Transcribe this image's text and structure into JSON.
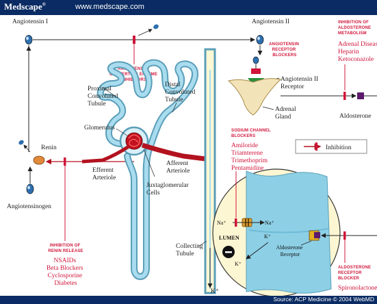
{
  "header": {
    "logo": "Medscape",
    "logo_mark": "®",
    "url": "www.medscape.com"
  },
  "footer": {
    "source": "Source: ACP Medicine © 2004 WebMD"
  },
  "labels": {
    "angiotensin_i": "Angiotensin I",
    "angiotensin_ii": "Angiotensin II",
    "ace_inhibitors": [
      "ANGIOTENSIN-",
      "CONVERTING ENZYME",
      "INHIBITORS"
    ],
    "arb": [
      "ANGIOTENSIN",
      "RECEPTOR",
      "BLOCKERS"
    ],
    "aldo_metab_head": [
      "INHIBITION OF",
      "ALDOSTERONE",
      "METABOLISM"
    ],
    "aldo_metab_items": [
      "Adrenal Disease",
      "Heparin",
      "Ketoconazole"
    ],
    "ang2_receptor": [
      "Angiotensin II",
      "Receptor"
    ],
    "adrenal_gland": [
      "Adrenal",
      "Gland"
    ],
    "aldosterone": "Aldosterone",
    "proximal": [
      "Proximal",
      "Convoluted",
      "Tubule"
    ],
    "distal": [
      "Distal",
      "Convoluted",
      "Tubule"
    ],
    "glomerulus": "Glomerulus",
    "renin": "Renin",
    "efferent": [
      "Efferent",
      "Arteriole"
    ],
    "afferent": [
      "Afferent",
      "Arteriole"
    ],
    "juxta": [
      "Juxtaglomerular",
      "Cells"
    ],
    "sodium_head": [
      "SODIUM CHANNEL",
      "BLOCKERS"
    ],
    "sodium_items": [
      "Amiloride",
      "Triamterene",
      "Trimethoprim",
      "Pentamidine"
    ],
    "legend_inhibition": "Inhibition",
    "angiotensinogen": "Angiotensinogen",
    "renin_release_head": [
      "INHIBITION OF",
      "RENIN RELEASE"
    ],
    "renin_release_items": [
      "NSAIDs",
      "Beta Blockers",
      "Cyclosporine",
      "Diabetes"
    ],
    "collecting": [
      "Collecting",
      "Tubule"
    ],
    "na_left": "Na⁺",
    "na_right": "Na⁺",
    "lumen": "LUMEN",
    "k_upper": "K⁺",
    "k_lower": "K⁺",
    "aldo_receptor": [
      "Aldosterone",
      "Receptor"
    ],
    "k_bottom": "K⁺",
    "aldo_blocker_head": [
      "ALDOSTERONE",
      "RECEPTOR",
      "BLOCKER"
    ],
    "aldo_blocker_item": "Spironolactone"
  },
  "colors": {
    "brand_bar": "#0a2b63",
    "inhibitor_red": "#d0153a",
    "vessel_red": "#b3121f",
    "kidney_blue": "#9fd6e8",
    "cell_blue": "#8dd0e6",
    "gland": "#f3e3b8"
  }
}
